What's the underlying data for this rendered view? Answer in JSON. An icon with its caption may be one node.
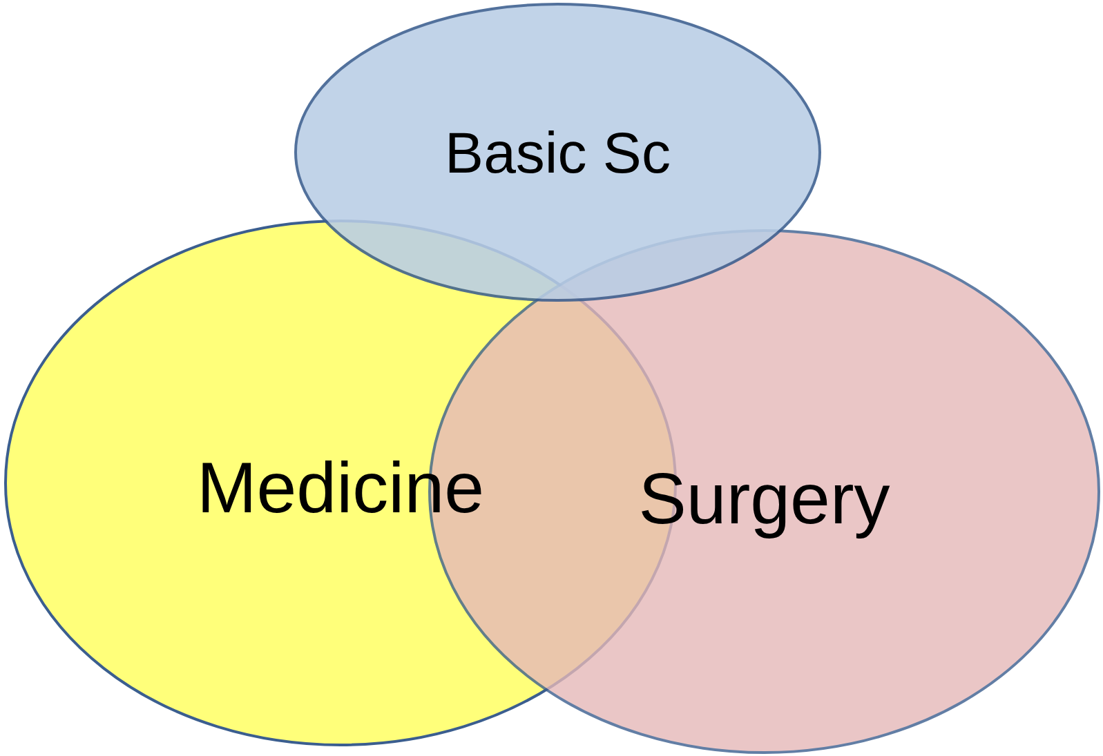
{
  "diagram": {
    "nodes": [
      {
        "text": [
          "Medicine"
        ]
      },
      {
        "text": [
          "Surgery"
        ]
      },
      {
        "text": [
          "Basic Sc"
        ]
      }
    ]
  }
}
